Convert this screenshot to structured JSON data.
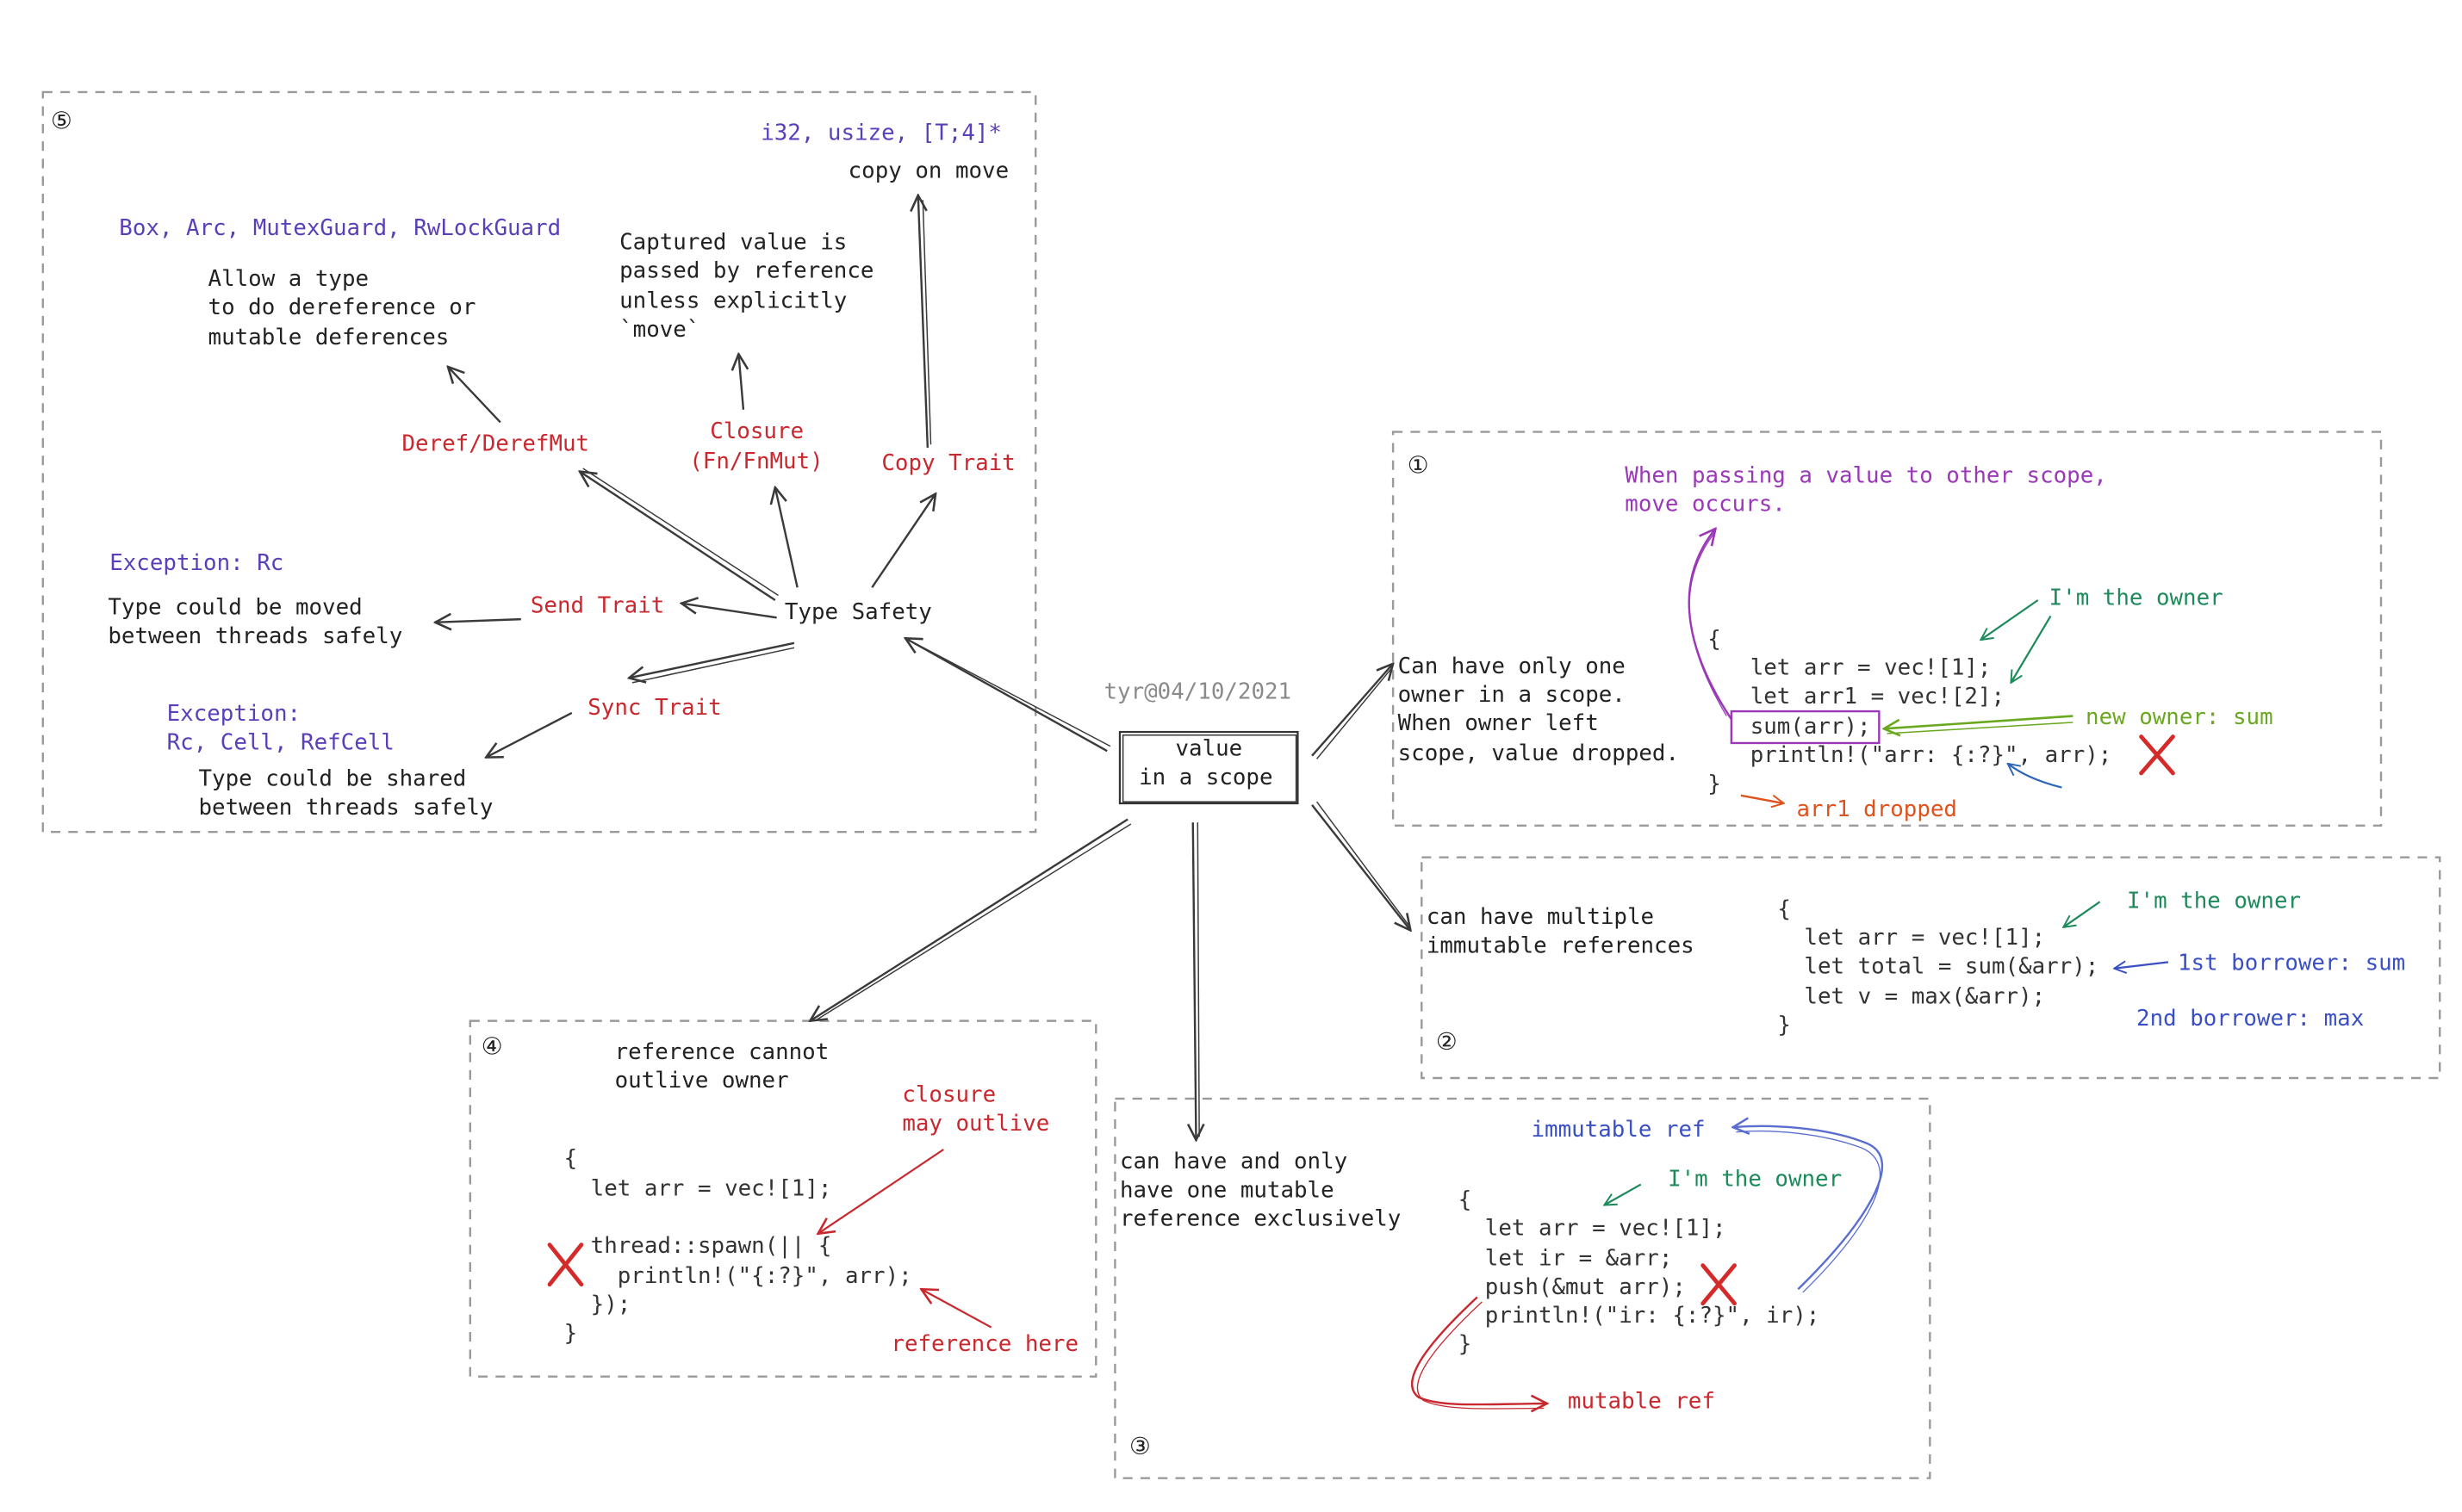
{
  "colors": {
    "box_border": "#9a9a9a",
    "arrow": "#3a3a3a",
    "purple": "#5b3fb8",
    "red": "#c8282e",
    "green": "#1c8a5a",
    "lime": "#6aa820",
    "blue": "#3a4fc4",
    "orange": "#e0521c",
    "violet": "#9a38b8"
  },
  "center": {
    "author": "tyr@04/10/2021",
    "line1": "value",
    "line2": "in a scope"
  },
  "section5": {
    "number": "⑤",
    "copy_types": "i32, usize, [T;4]*",
    "copy_desc": "copy on move",
    "deref_types": "Box, Arc, MutexGuard, RwLockGuard",
    "deref_desc": [
      "Allow a type",
      "to do dereference or",
      "mutable deferences"
    ],
    "closure_desc": [
      "Captured value is",
      "passed by reference",
      "unless explicitly",
      "`move`"
    ],
    "deref_trait": "Deref/DerefMut",
    "closure_trait": [
      "Closure",
      "(Fn/FnMut)"
    ],
    "copy_trait": "Copy Trait",
    "send_exception": "Exception: Rc",
    "send_desc": [
      "Type could be moved",
      "between threads safely"
    ],
    "send_trait": "Send Trait",
    "type_safety": "Type Safety",
    "sync_trait": "Sync Trait",
    "sync_exception": [
      "Exception:",
      "Rc, Cell, RefCell"
    ],
    "sync_desc": [
      "Type could be shared",
      "between threads safely"
    ]
  },
  "section1": {
    "number": "①",
    "heading": [
      "When passing a value to other scope,",
      "move occurs."
    ],
    "desc": [
      "Can have only one",
      "owner in a scope.",
      "When owner left",
      "scope, value dropped."
    ],
    "owner_note": "I'm the owner",
    "new_owner_note": "new owner: sum",
    "dropped_note": "arr1 dropped",
    "code": [
      "{",
      "  let arr = vec![1];",
      "  let arr1 = vec![2];",
      "  sum(arr);",
      "  println!(\"arr: {:?}\", arr);",
      "}"
    ]
  },
  "section2": {
    "number": "②",
    "desc": [
      "can have multiple",
      "immutable references"
    ],
    "owner_note": "I'm the owner",
    "borrower1": "1st borrower: sum",
    "borrower2": "2nd borrower: max",
    "code": [
      "{",
      "  let arr = vec![1];",
      "  let total = sum(&arr);",
      "  let v = max(&arr);",
      "}"
    ]
  },
  "section3": {
    "number": "③",
    "desc": [
      "can have and only",
      "have one mutable",
      "reference exclusively"
    ],
    "immutable_note": "immutable ref",
    "owner_note": "I'm the owner",
    "mutable_note": "mutable ref",
    "code": [
      "{",
      "  let arr = vec![1];",
      "  let ir = &arr;",
      "  push(&mut arr);",
      "  println!(\"ir: {:?}\", ir);",
      "}"
    ]
  },
  "section4": {
    "number": "④",
    "desc": [
      "reference cannot",
      "outlive owner"
    ],
    "closure_note": [
      "closure",
      "may outlive"
    ],
    "reference_note": "reference here",
    "code": [
      "{",
      "  let arr = vec![1];",
      "",
      "  thread::spawn(|| {",
      "    println!(\"{:?}\", arr);",
      "  });",
      "}"
    ]
  }
}
